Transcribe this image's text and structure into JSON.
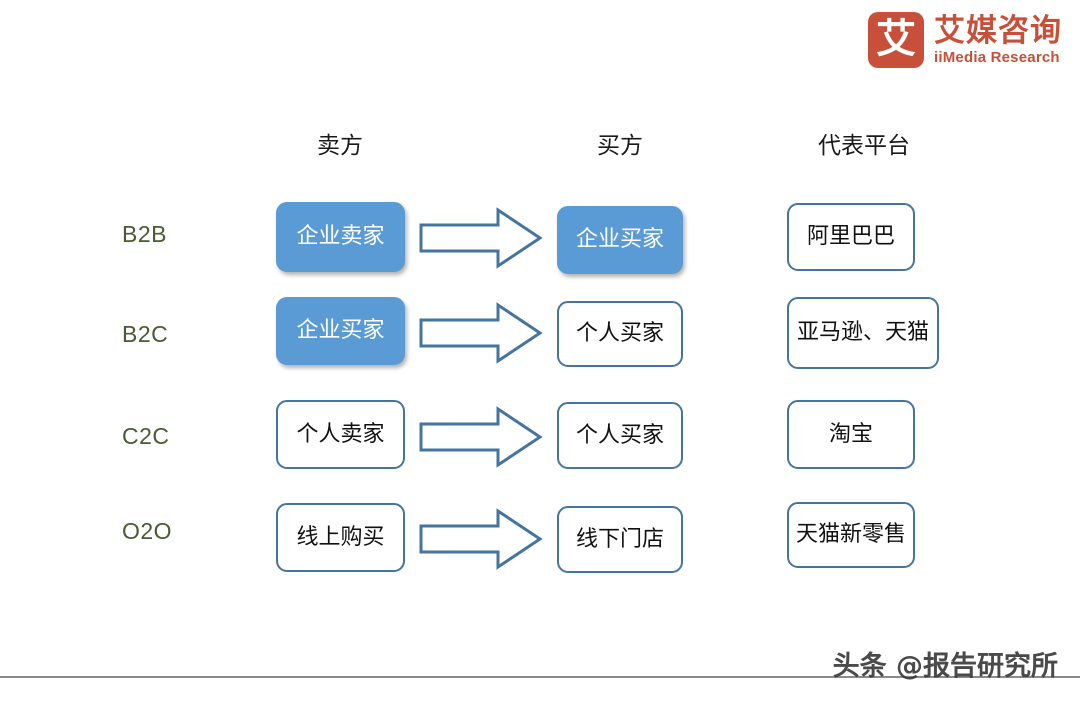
{
  "brand": {
    "mark_glyph": "艾",
    "name_cn": "艾媒咨询",
    "name_en": "iiMedia Research",
    "color": "#C8503A"
  },
  "headers": {
    "seller": "卖方",
    "buyer": "买方",
    "platform": "代表平台"
  },
  "colors": {
    "filled_box": "#5B9BD5",
    "box_border": "#45749F",
    "arrow_stroke": "#45749F",
    "row_label": "#4A5A32",
    "rule": "#8A8A8D"
  },
  "rows": [
    {
      "label": "B2B",
      "seller": "企业卖家",
      "seller_style": "filled",
      "buyer": "企业买家",
      "buyer_style": "filled",
      "platform": "阿里巴巴",
      "arrow": "right-block-arrow"
    },
    {
      "label": "B2C",
      "seller": "企业买家",
      "seller_style": "filled",
      "buyer": "个人买家",
      "buyer_style": "outline",
      "platform": "亚马逊、天猫",
      "arrow": "right-block-arrow"
    },
    {
      "label": "C2C",
      "seller": "个人卖家",
      "seller_style": "outline",
      "buyer": "个人买家",
      "buyer_style": "outline",
      "platform": "淘宝",
      "arrow": "right-block-arrow"
    },
    {
      "label": "O2O",
      "seller": "线上购买",
      "seller_style": "outline",
      "buyer": "线下门店",
      "buyer_style": "outline",
      "platform": "天猫新零售",
      "arrow": "right-block-arrow"
    }
  ],
  "watermark": "头条 @报告研究所"
}
